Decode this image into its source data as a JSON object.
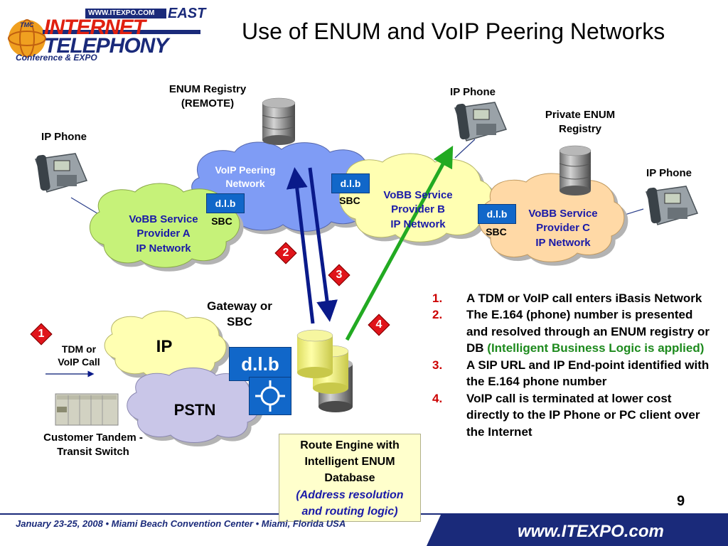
{
  "slide": {
    "title": "Use of ENUM and VoIP Peering Networks",
    "page_number": "9"
  },
  "logo": {
    "site": "WWW.ITEXPO.COM",
    "east": "EAST",
    "tmc": "TMC",
    "line1": "INTERNET",
    "line2": "TELEPHONY",
    "line3": "Conference & EXPO"
  },
  "diagram": {
    "enum_registry_line1": "ENUM Registry",
    "enum_registry_line2": "(REMOTE)",
    "ip_phone_left": "IP Phone",
    "ip_phone_top": "IP Phone",
    "ip_phone_right": "IP Phone",
    "private_enum_line1": "Private ENUM",
    "private_enum_line2": "Registry",
    "voip_peering_line1": "VoIP Peering",
    "voip_peering_line2": "Network",
    "provider_a_line1": "VoBB Service",
    "provider_a_line2": "Provider A",
    "provider_a_line3": "IP Network",
    "provider_b_line1": "VoBB Service",
    "provider_b_line2": "Provider B",
    "provider_b_line3": "IP Network",
    "provider_c_line1": "VoBB Service",
    "provider_c_line2": "Provider C",
    "provider_c_line3": "IP Network",
    "sbc_a": "SBC",
    "sbc_b": "SBC",
    "sbc_c": "SBC",
    "gateway_line1": "Gateway or",
    "gateway_line2": "SBC",
    "ip_cloud": "IP",
    "pstn_cloud": "PSTN",
    "tdm_line1": "TDM or",
    "tdm_line2": "VoIP Call",
    "tandem_line1": "Customer Tandem -",
    "tandem_line2": "Transit Switch",
    "badge1": "1",
    "badge2": "2",
    "badge3": "3",
    "badge4": "4",
    "router_glyph": "d.l.b"
  },
  "route_box": {
    "line1": "Route Engine with",
    "line2": "Intelligent ENUM",
    "line3": "Database",
    "line4": "(Address resolution",
    "line5": "and routing logic)"
  },
  "steps": [
    {
      "num": "1.",
      "text": "A TDM or VoIP call enters iBasis Network"
    },
    {
      "num": "2.",
      "text": "The E.164 (phone) number is presented and resolved through an ENUM registry or DB ",
      "highlight": "(Intelligent Business Logic is applied)"
    },
    {
      "num": "3.",
      "text": "A SIP URL and IP End-point identified with the E.164 phone number"
    },
    {
      "num": "4.",
      "text": "VoIP call is terminated at lower cost directly to the IP Phone or PC client over the Internet"
    }
  ],
  "footer": {
    "date": "January 23-25, 2008 • Miami Beach Convention Center • Miami, Florida USA",
    "url": "www.ITEXPO.com"
  },
  "colors": {
    "title": "#000000",
    "step_number": "#cc0000",
    "highlight": "#1d8a1d",
    "route_box_bg": "#ffffcc",
    "cloud_blue": "#7f9cf5",
    "cloud_green": "#c6f279",
    "cloud_yellow": "#ffffb2",
    "cloud_orange": "#ffd9a6",
    "cloud_gray": "#c9c6e8",
    "arrow_blue": "#0a1a8a",
    "arrow_green": "#22aa22",
    "badge": "#e0141a",
    "router_blue": "#1167c9",
    "footer_blue": "#1a2a7a"
  }
}
